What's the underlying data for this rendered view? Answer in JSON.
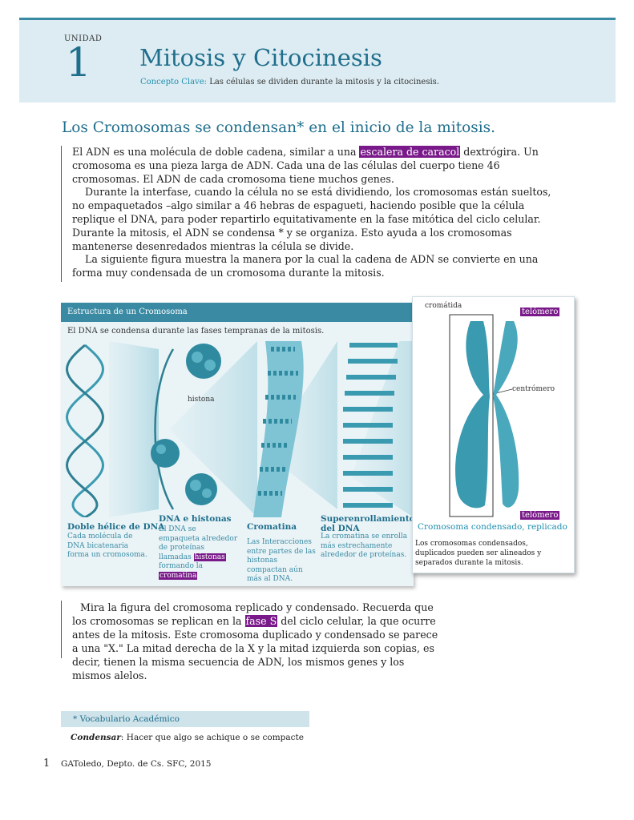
{
  "header": {
    "unit_label": "UNIDAD",
    "unit_number": "1",
    "title": "Mitosis y Citocinesis",
    "concept_key": "Concepto Clave:",
    "concept_text": "Las células se dividen durante la mitosis y la citocinesis."
  },
  "section": {
    "title": "Los Cromosomas se condensan* en el inicio de la mitosis.",
    "p1_a": "El ADN es una molécula de doble cadena,  similar a una ",
    "p1_hl": "escalera de caracol",
    "p1_b": " dextrógira. Un cromosoma es una pieza larga de ADN. Cada una de las células del cuerpo tiene 46 cromosomas. El ADN de cada cromosoma tiene muchos genes.",
    "p2": "Durante la interfase, cuando la célula no se está dividiendo, los cromosomas están sueltos, no empaquetados –algo similar a 46 hebras de espagueti, haciendo posible que la célula replique el DNA, para poder repartirlo equitativamente en la fase mitótica del ciclo celular. Durante la mitosis, el ADN se condensa * y se organiza. Esto ayuda a los cromosomas mantenerse desenredados mientras la célula se divide.",
    "p3": "La siguiente figura muestra la manera por la cual la cadena de ADN se convierte en una forma muy condensada de un cromosoma durante la mitosis."
  },
  "figure": {
    "header": "Estructura de un Cromosoma",
    "subtitle": "El DNA se condensa durante las fases tempranas de la mitosis.",
    "histona_label": "histona",
    "captions": [
      {
        "title": "Doble hélice de DNA",
        "desc": "Cada molécula de DNA bicatenaria forma un cromosoma."
      },
      {
        "title": "DNA e histonas",
        "desc_a": "El DNA se empaqueta alrededor de proteínas llamadas ",
        "desc_hl1": "histonas",
        "desc_b": " formando la ",
        "desc_hl2": "cromatina"
      },
      {
        "title": "Cromatina",
        "desc": "Las Interacciones entre partes de las histonas  compactan aún más al DNA."
      },
      {
        "title": "Superenrollamiento del DNA",
        "desc": "La cromatina se enrolla más estrechamente alrededor de proteínas."
      }
    ],
    "chromosome": {
      "cromatida": "cromátida",
      "telomero_top": "telómero",
      "centromero": "centrómero",
      "telomero_bottom": "telómero",
      "title": "Cromosoma condensado, replicado",
      "desc": "Los cromosomas condensados, duplicados pueden ser alineados y separados durante la mitosis."
    }
  },
  "section2": {
    "a": "Mira la figura del cromosoma replicado y condensado. Recuerda que los cromosomas se replican en la ",
    "hl": "fase S",
    "b": " del ciclo celular, la que ocurre antes de la mitosis. Este cromosoma duplicado y condensado se parece a una \"X.\" La mitad derecha de la X y la mitad izquierda son copias, es decir, tienen la misma secuencia de ADN, los mismos genes y los mismos alelos."
  },
  "vocab": {
    "title": "* Vocabulario Académico",
    "term": "Condensar",
    "def": ": Hacer que algo se achique o se compacte"
  },
  "footer": {
    "page": "1",
    "text": "GAToledo, Depto. de Cs. SFC, 2015"
  },
  "colors": {
    "accent": "#1f6e8c",
    "highlight": "#7a1a8a",
    "dna": "#3a9ab0"
  }
}
